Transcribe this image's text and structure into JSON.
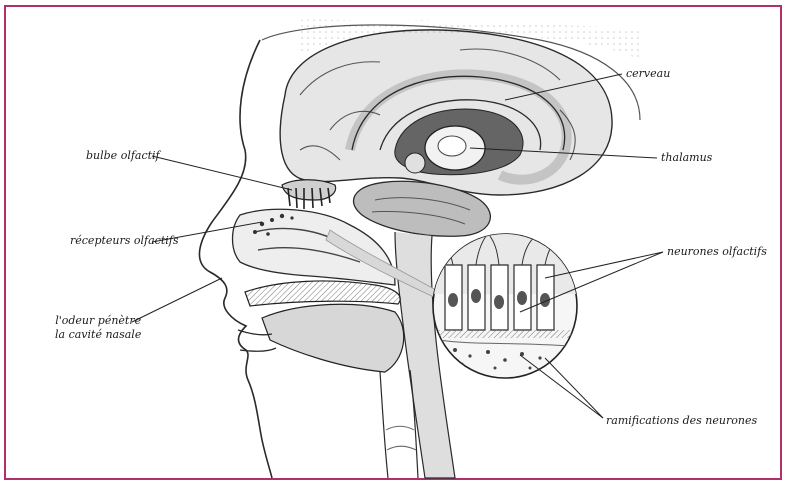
{
  "colors": {
    "frame": "#b0306a",
    "ink": "#1a1a1a",
    "shade": "#9a9a9a"
  },
  "labels": {
    "cerveau": "cerveau",
    "thalamus": "thalamus",
    "bulbe": "bulbe olfactif",
    "recepteurs": "récepteurs olfactifs",
    "odeur_line1": "l'odeur pénètre",
    "odeur_line2": "la cavité nasale",
    "neurones": "neurones olfactifs",
    "ramifications": "ramifications des neurones"
  }
}
